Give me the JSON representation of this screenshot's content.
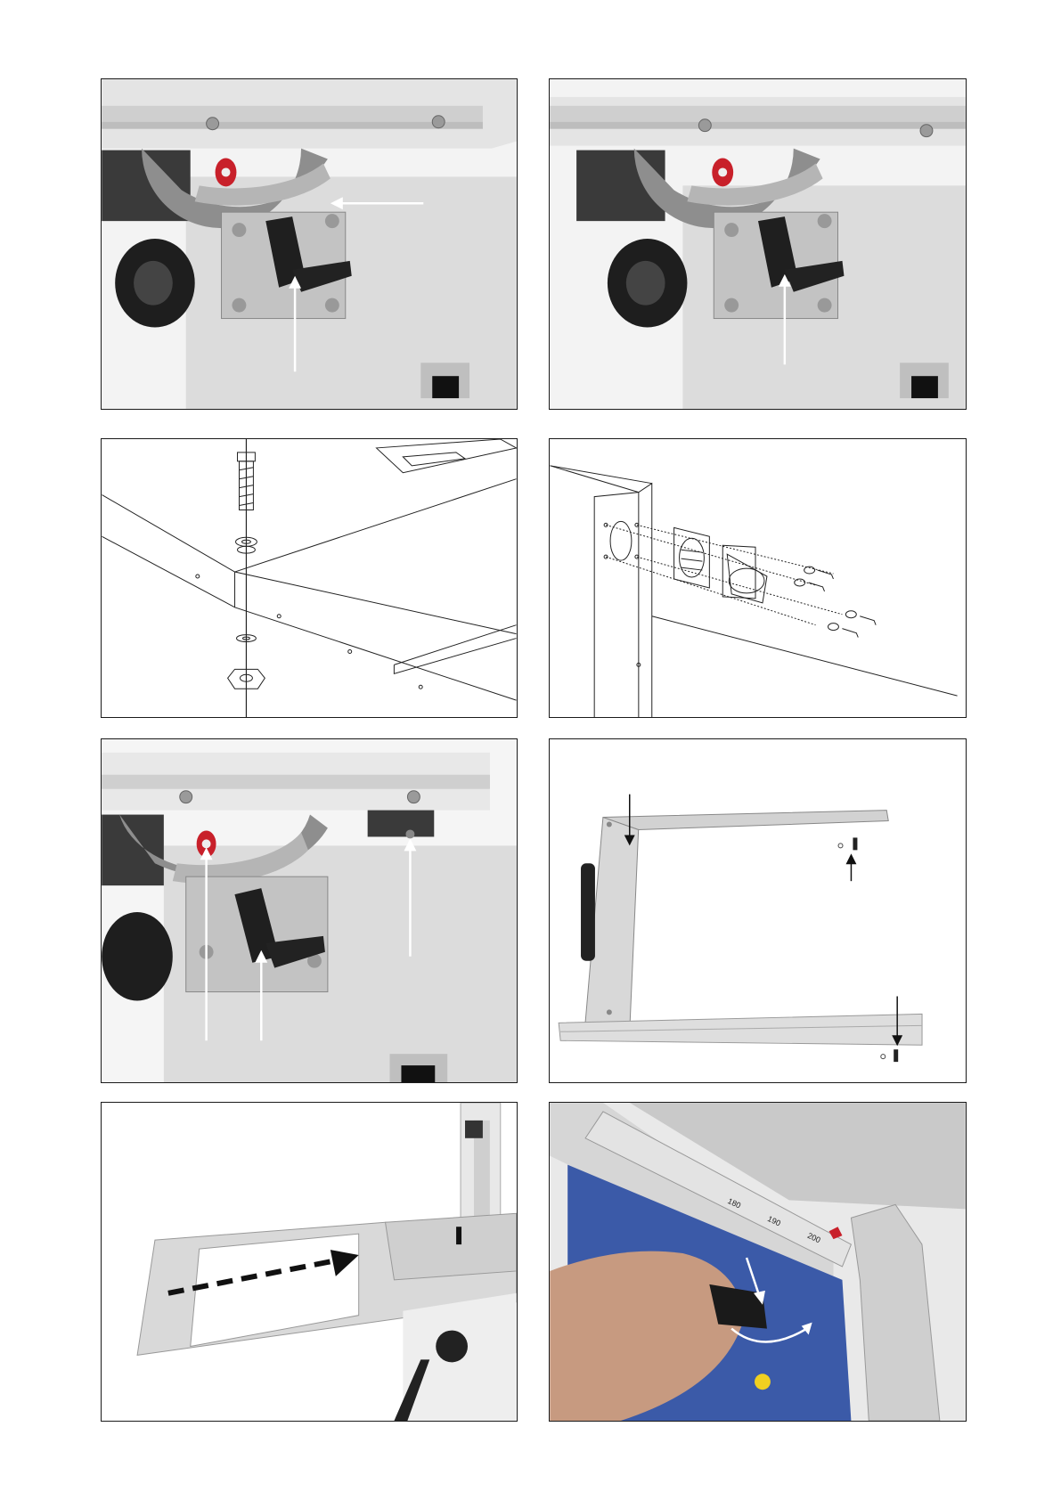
{
  "figures": [
    {
      "id": "photo-lock-lever",
      "scale_labels": []
    },
    {
      "id": "photo-lock-lever-2",
      "scale_labels": []
    },
    {
      "id": "diagram-bolt-assembly",
      "scale_labels": []
    },
    {
      "id": "diagram-dust-port",
      "scale_labels": []
    },
    {
      "id": "photo-table-screws",
      "scale_labels": []
    },
    {
      "id": "photo-rail-frame",
      "scale_labels": []
    },
    {
      "id": "photo-slide-table",
      "scale_labels": []
    },
    {
      "id": "photo-scale-lever",
      "scale_labels": [
        "180",
        "190",
        "200"
      ]
    }
  ],
  "colors": {
    "border": "#1a1a1a",
    "arrow": "#ffffff",
    "lock_knob": "#c8202a",
    "machine_gray": "#d8d8d8",
    "dark_part": "#2a2a2a",
    "blue_body": "#3b5aa8"
  }
}
